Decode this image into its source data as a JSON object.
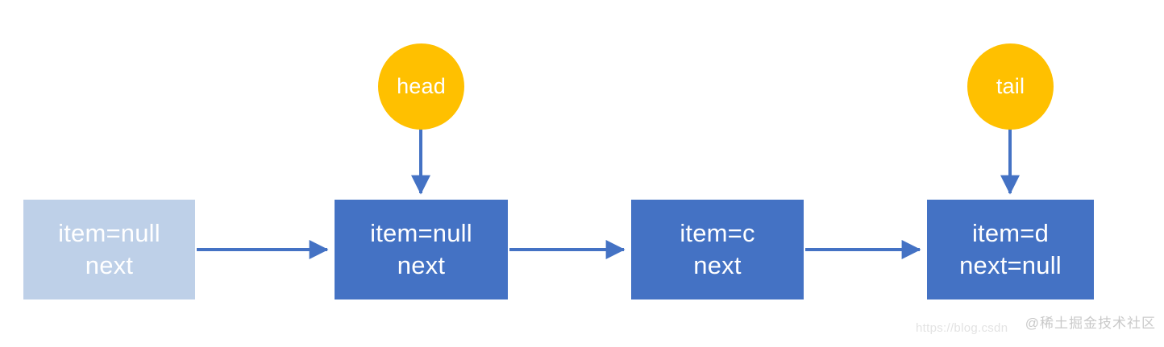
{
  "diagram": {
    "title": "linked-list-node-chain",
    "background": "#ffffff",
    "colors": {
      "node_fill": "#4472c4",
      "node_ghost_fill": "#bed0e8",
      "pointer_fill": "#ffc000",
      "arrow_stroke": "#4472c4",
      "node_text": "#ffffff",
      "pointer_text": "#ffffff"
    },
    "nodes": [
      {
        "id": "node-ghost",
        "line1": "item=null",
        "line2": "next",
        "style": "ghost"
      },
      {
        "id": "node-head",
        "line1": "item=null",
        "line2": "next",
        "style": "filled"
      },
      {
        "id": "node-c",
        "line1": "item=c",
        "line2": "next",
        "style": "filled"
      },
      {
        "id": "node-d",
        "line1": "item=d",
        "line2": "next=null",
        "style": "filled"
      }
    ],
    "pointers": [
      {
        "id": "pointer-head",
        "label": "head"
      },
      {
        "id": "pointer-tail",
        "label": "tail"
      }
    ]
  },
  "watermark": {
    "url": "https://blog.csdn",
    "brand": "@稀土掘金技术社区"
  }
}
